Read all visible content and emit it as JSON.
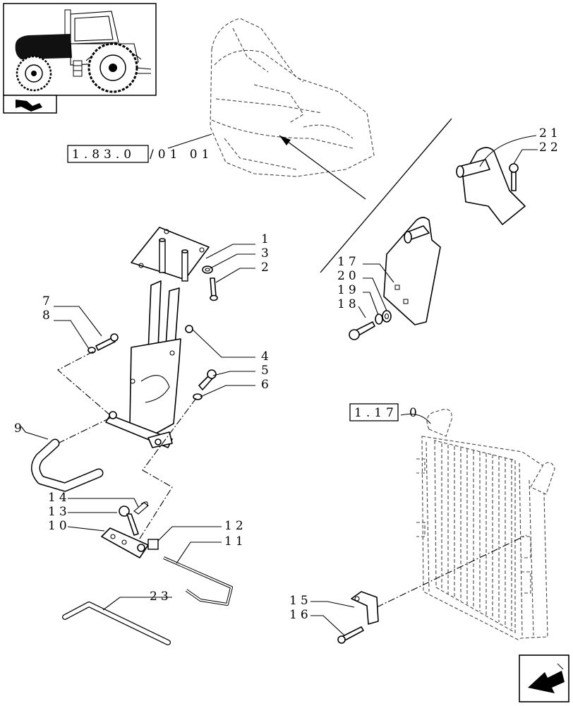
{
  "callouts": {
    "c1": "1",
    "c2": "2",
    "c3": "3",
    "c4": "4",
    "c5": "5",
    "c6": "6",
    "c7": "7",
    "c8": "8",
    "c9": "9",
    "c10": "10",
    "c11": "11",
    "c12": "12",
    "c13": "13",
    "c14": "14",
    "c15": "15",
    "c16": "16",
    "c17": "17",
    "c18": "18",
    "c19": "19",
    "c20": "20",
    "c21": "21",
    "c22": "22",
    "c23": "23"
  },
  "references": {
    "hood_ref_boxed": "1.83.0",
    "hood_ref_tail": "/01 01",
    "radiator_ref_boxed": "1.17",
    "radiator_ref_tail": "0"
  },
  "icons": {
    "tractor_thumbnail": "tractor-icon",
    "catalogue_tab": "catalogue-tab-icon",
    "next_page": "next-page-arrow-icon"
  }
}
